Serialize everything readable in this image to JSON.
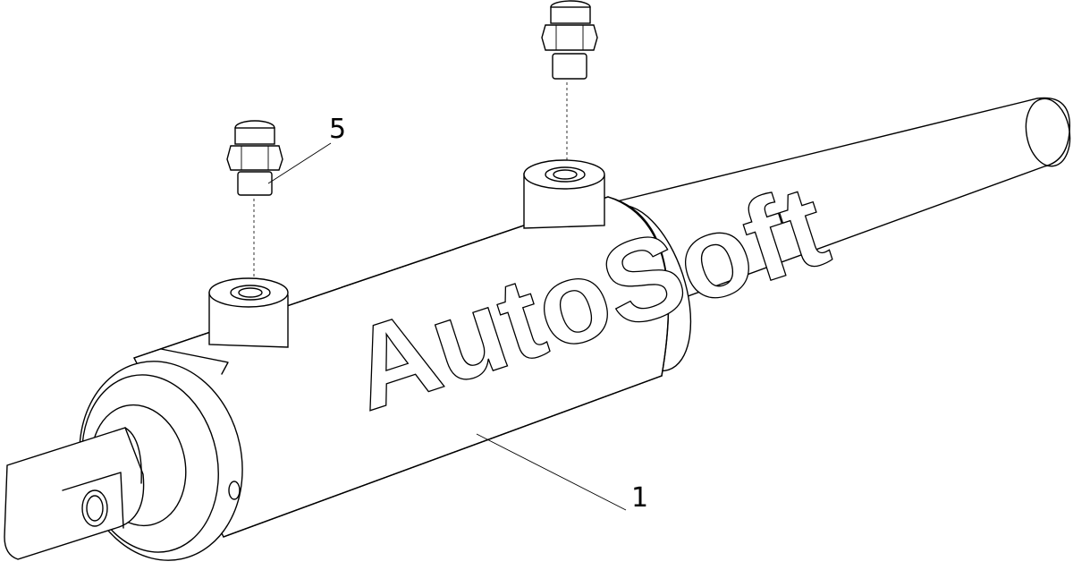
{
  "callouts": [
    {
      "number": "5",
      "part": "fitting"
    },
    {
      "number": "1",
      "part": "cylinder"
    }
  ],
  "watermark": "AutoSoft",
  "colors": {
    "line": "#000000",
    "background": "#ffffff"
  }
}
